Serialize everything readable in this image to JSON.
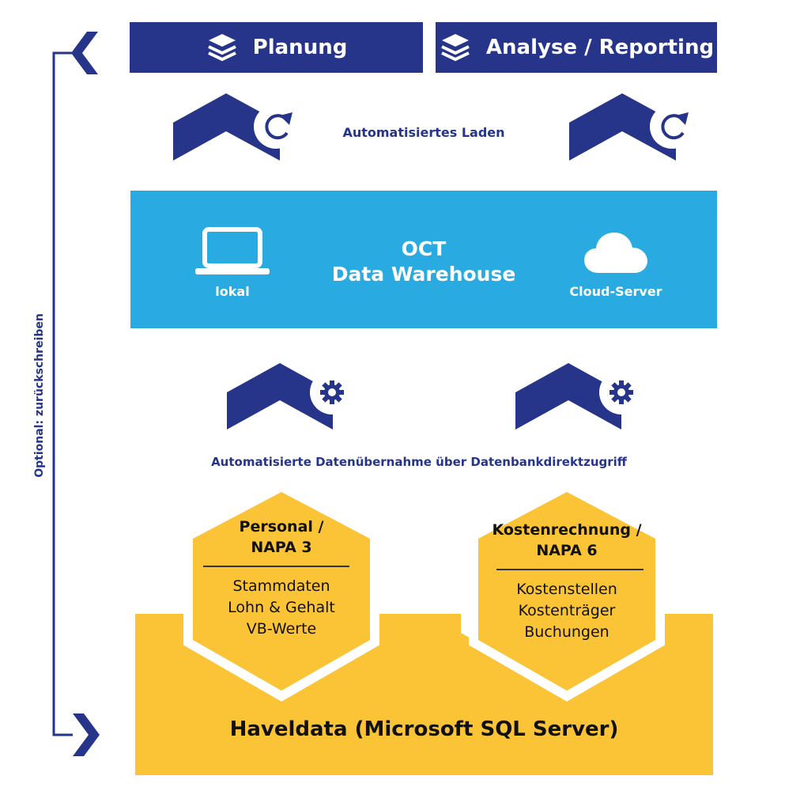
{
  "top_boxes": {
    "planung": {
      "label": "Planung",
      "icon": "layers-icon"
    },
    "analyse": {
      "label": "Analyse / Reporting",
      "icon": "layers-icon"
    }
  },
  "load_caption": "Automatisiertes Laden",
  "warehouse": {
    "title_line1": "OCT",
    "title_line2": "Data Warehouse",
    "left_label": "lokal",
    "left_icon": "laptop-icon",
    "right_label": "Cloud-Server",
    "right_icon": "cloud-icon"
  },
  "transfer_caption": "Automatisierte Datenübernahme über Datenbankdirektzugriff",
  "modules": [
    {
      "title_line1": "Personal /",
      "title_line2": "NAPA 3",
      "items": [
        "Stammdaten",
        "Lohn & Gehalt",
        "VB-Werte"
      ]
    },
    {
      "title_line1": "Kostenrechnung /",
      "title_line2": "NAPA 6",
      "items": [
        "Kostenstellen",
        "Kostenträger",
        "Buchungen"
      ]
    }
  ],
  "database_label": "Haveldata (Microsoft SQL Server)",
  "side_label": "Optional: zurückschreiben",
  "colors": {
    "navy": "#263589",
    "sky": "#29ABE2",
    "gold": "#FBC437"
  }
}
